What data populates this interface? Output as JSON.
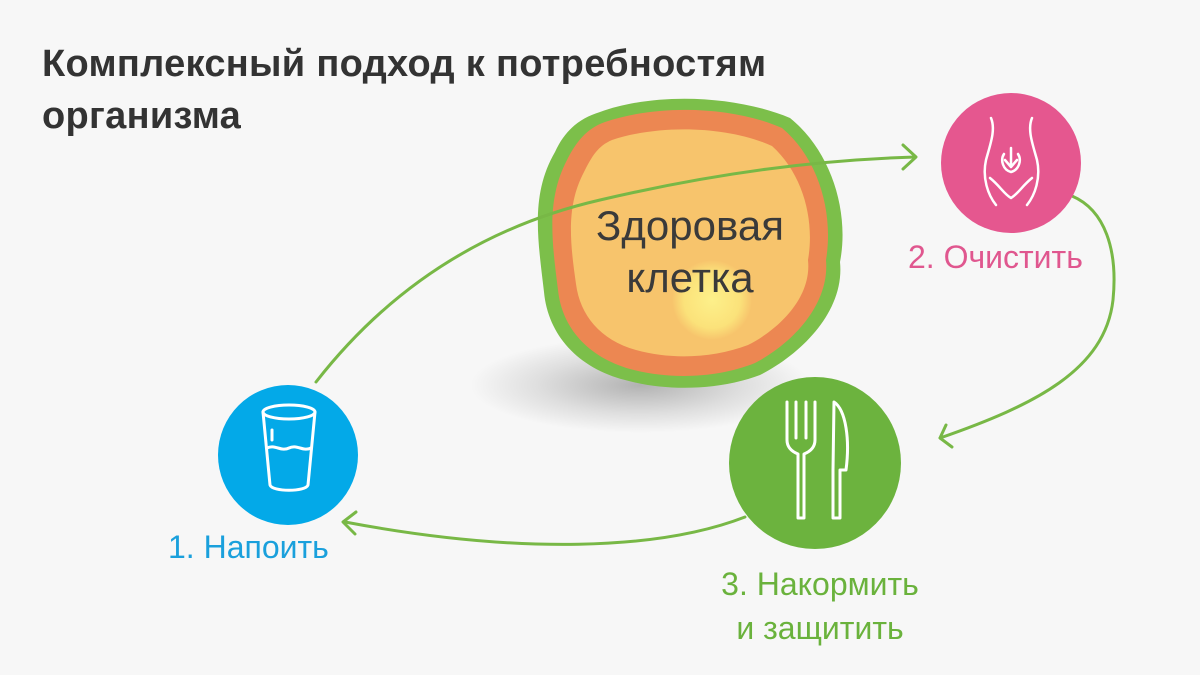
{
  "title": {
    "line1": "Комплексный подход к потребностям",
    "line2": "организма"
  },
  "center": {
    "line1": "Здоровая",
    "line2": "клетка"
  },
  "steps": [
    {
      "label": "1. Напоить",
      "icon": "glass-of-water-icon",
      "color": "#03a9e8"
    },
    {
      "label": "2. Очистить",
      "icon": "abdomen-icon",
      "color": "#e5578f"
    },
    {
      "label_line1": "3. Накормить",
      "label_line2": "и защитить",
      "icon": "fork-knife-icon",
      "color": "#6cb33e"
    }
  ],
  "colors": {
    "arrow": "#78b846",
    "cell_outer": "#7cbf4a",
    "cell_orange": "#ec8752",
    "cell_inner": "#f7c46c",
    "cell_core": "#fbe27a",
    "title": "#333333"
  }
}
